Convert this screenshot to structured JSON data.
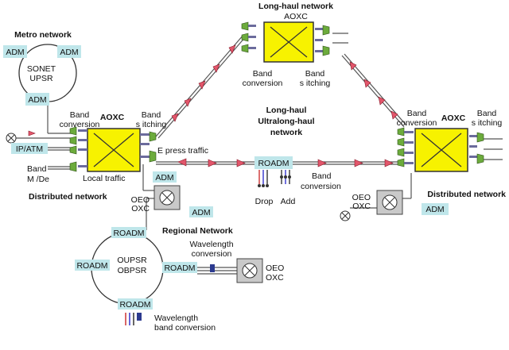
{
  "titles": {
    "long_haul_top": "Long-haul network",
    "metro": "Metro network",
    "long_haul_mid_1": "Long-haul",
    "long_haul_mid_2": "Ultralong-haul",
    "long_haul_mid_3": "network",
    "distributed_left": "Distributed network",
    "distributed_right": "Distributed network",
    "regional": "Regional Network"
  },
  "nodes": {
    "adm_tl": "ADM",
    "adm_tr": "ADM",
    "adm_bottom": "ADM",
    "adm_left_dist": "ADM",
    "adm_left_dist2": "ADM",
    "adm_right_dist": "ADM",
    "roadm_center": "ROADM",
    "roadm_reg_top": "ROADM",
    "roadm_reg_left": "ROADM",
    "roadm_reg_right": "ROADM",
    "roadm_reg_bottom": "ROADM",
    "ip_atm": "IP/ATM",
    "aoxc_top": "AOXC"
  },
  "labels": {
    "sonet": "SONET",
    "upsr": "UPSR",
    "band_conv_left_1": "Band",
    "band_conv_left_2": "conversion",
    "aoxc_left": "AOXC",
    "band_sw_left_1": "Band",
    "band_sw_left_2": "s itching",
    "express": "E press traffic",
    "local": "Local traffic",
    "band_mde_1": "Band",
    "band_mde_2": "M  /De",
    "band_conv_top_1": "Band",
    "band_conv_top_2": "conversion",
    "band_sw_top_1": "Band",
    "band_sw_top_2": "s itching",
    "band_conv_mid_1": "Band",
    "band_conv_mid_2": "conversion",
    "drop": "Drop",
    "add": "Add",
    "band_conv_right_1": "Band",
    "band_conv_right_2": "conversion",
    "aoxc_right": "AOXC",
    "band_sw_right_1": "Band",
    "band_sw_right_2": "s itching",
    "oeo_left": "OEO",
    "oxc_left": "OXC",
    "oeo_right": "OEO",
    "oxc_right": "OXC",
    "oupsr": "OUPSR",
    "obpsr": "OBPSR",
    "wl_conv_1": "Wavelength",
    "wl_conv_2": "conversion",
    "oeo_reg": "OEO",
    "oxc_reg": "OXC",
    "wl_band_1": "Wavelength",
    "wl_band_2": "band conversion"
  },
  "colors": {
    "node_fill": "#bfe6ea",
    "amplifier": "#e2566b",
    "aoxc_fill": "#f7f200",
    "port_green": "#6cab3c",
    "oxc_grey": "#c9c9c9"
  }
}
